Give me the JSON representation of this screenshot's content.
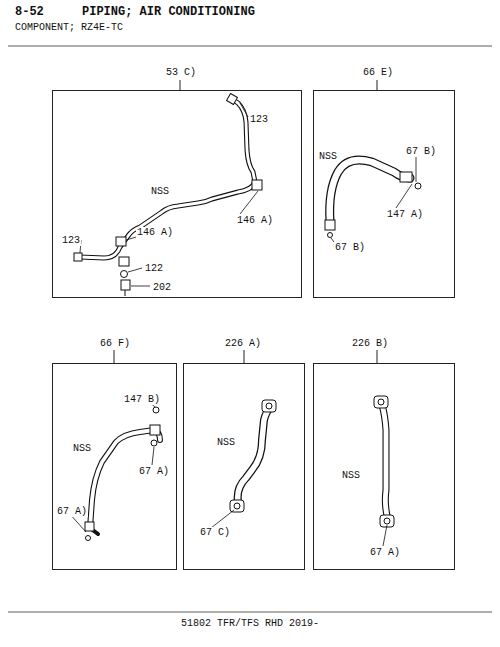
{
  "diagram": {
    "title": "PIPING; AIR CONDITIONING",
    "nodes": [
      {
        "text": [
          "53 C)",
          "123",
          "NSS",
          "146 A)",
          "146 A)",
          "123",
          "122",
          "202"
        ]
      },
      {
        "text": [
          "66 E)",
          "NSS",
          "67 B)",
          "147 A)",
          "67 B)"
        ]
      },
      {
        "text": [
          "66 F)",
          "147 B)",
          "NSS",
          "67 A)",
          "67 A)"
        ]
      },
      {
        "text": [
          "226 A)",
          "NSS",
          "67 C)"
        ]
      },
      {
        "text": [
          "226 B)",
          "NSS",
          "67 A)"
        ]
      }
    ],
    "labels": [
      "8-52",
      "COMPONENT; RZ4E-TC",
      "51802 TFR/TFS RHD 2019-"
    ]
  }
}
